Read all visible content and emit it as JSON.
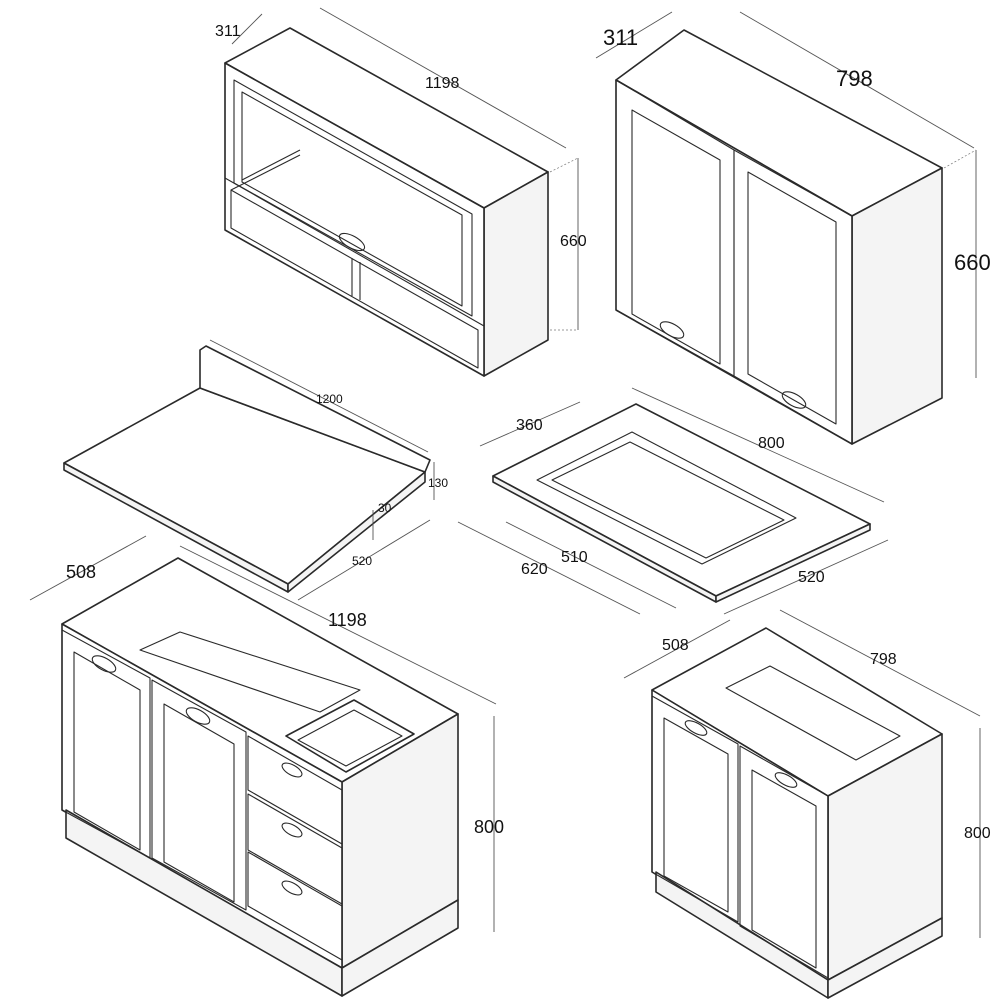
{
  "dimensions": {
    "wall_wide": {
      "depth": "311",
      "width": "1198",
      "height": "660"
    },
    "wall_narrow": {
      "depth": "311",
      "width": "798",
      "height": "660"
    },
    "countertop": {
      "length": "1200",
      "backsplash_height": "130",
      "thickness": "30",
      "depth": "520"
    },
    "sink": {
      "bowl_width": "360",
      "width": "800",
      "cutout_depth": "510",
      "cutout_width": "620",
      "depth": "520"
    },
    "base_wide": {
      "depth": "508",
      "width": "1198",
      "height": "800"
    },
    "base_narrow": {
      "depth": "508",
      "width": "798",
      "height": "800"
    }
  }
}
